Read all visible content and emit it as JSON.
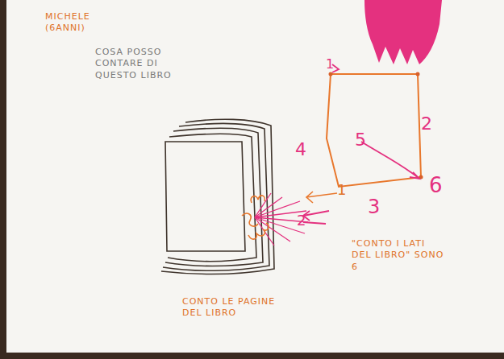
{
  "diagram": {
    "labels": [
      "MICHELE (6ANNI)",
      "COSA POSSO CONTARE DI QUESTO LIBRO",
      "1",
      "2",
      "5",
      "4",
      "6",
      "1",
      "3",
      "2",
      "\"CONTO I LATI DEL LIBRO\" SONO 6",
      "CONTO LE PAGINE DEL LIBRO"
    ]
  }
}
